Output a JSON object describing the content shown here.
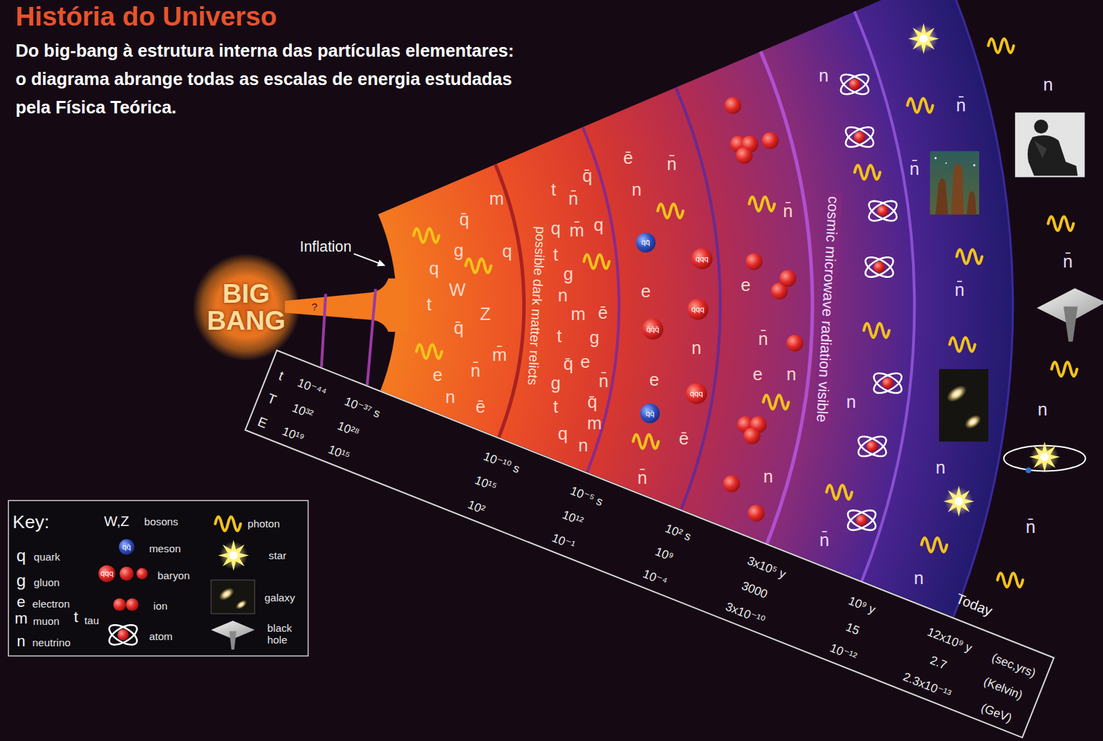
{
  "diagram": {
    "title": "História do Universo",
    "caption": "Do big-bang à estrutura interna das partículas elementares: o diagrama abrange todas as escalas de energia estudadas pela Física Teórica.",
    "nodes": [
      {
        "text": [
          "BIG BANG"
        ]
      },
      {
        "text": [
          "t",
          "T",
          "E",
          "10⁻⁴⁴",
          "10³²",
          "10¹⁹",
          "10⁻³⁷ s",
          "10²⁸",
          "10¹⁵",
          "10⁻¹⁰ s",
          "10¹⁵",
          "10²",
          "10⁻⁵ s",
          "10¹²",
          "10⁻¹",
          "10² s",
          "10⁹",
          "10⁻⁴",
          "3x10⁵ y",
          "3000",
          "3x10⁻¹⁰",
          "10⁹ y",
          "15",
          "10⁻¹²",
          "12x10⁹ y",
          "2.7",
          "2.3x10⁻¹³",
          "(sec,yrs)",
          "(Kelvin)",
          "(GeV)"
        ]
      }
    ],
    "labels": [
      "Inflation",
      "?",
      "m",
      "q̄",
      "g",
      "q",
      "q",
      "W",
      "t",
      "Z",
      "q̄",
      "m̄",
      "e",
      "n̄",
      "n",
      "ē",
      "q̄",
      "t",
      "n̄",
      "q",
      "m̄",
      "q",
      "t",
      "g",
      "n",
      "m",
      "ē",
      "t",
      "g",
      "q̄",
      "e",
      "g",
      "n̄",
      "t",
      "q̄",
      "m",
      "q",
      "n",
      "ē",
      "n̄",
      "n",
      "qq̄",
      "qqq",
      "e",
      "qqq",
      "q̄q̄q̄",
      "n",
      "e",
      "qqq",
      "qq̄",
      "ē",
      "n̄",
      "n̄",
      "e",
      "n̄",
      "e",
      "n",
      "n",
      "possible dark matter relicts",
      "cosmic microwave radiation visible",
      "n",
      "n",
      "n̄",
      "n̄",
      "n̄",
      "n̄",
      "n",
      "n",
      "n",
      "n̄",
      "n",
      "n̄",
      "Today",
      "Key:",
      "q",
      "g",
      "e",
      "m",
      "t",
      "n",
      "W,Z",
      "qq̄",
      "qqq"
    ],
    "legend": [
      {
        "text": "quark"
      },
      {
        "text": "gluon"
      },
      {
        "text": "electron"
      },
      {
        "text": "muon"
      },
      {
        "text": "tau"
      },
      {
        "text": "neutrino"
      },
      {
        "text": "bosons"
      },
      {
        "text": "meson"
      },
      {
        "text": "baryon"
      },
      {
        "text": "ion"
      },
      {
        "text": "atom"
      },
      {
        "text": "photon"
      },
      {
        "text": "star"
      },
      {
        "text": "galaxy"
      },
      {
        "text": "black hole"
      }
    ]
  }
}
